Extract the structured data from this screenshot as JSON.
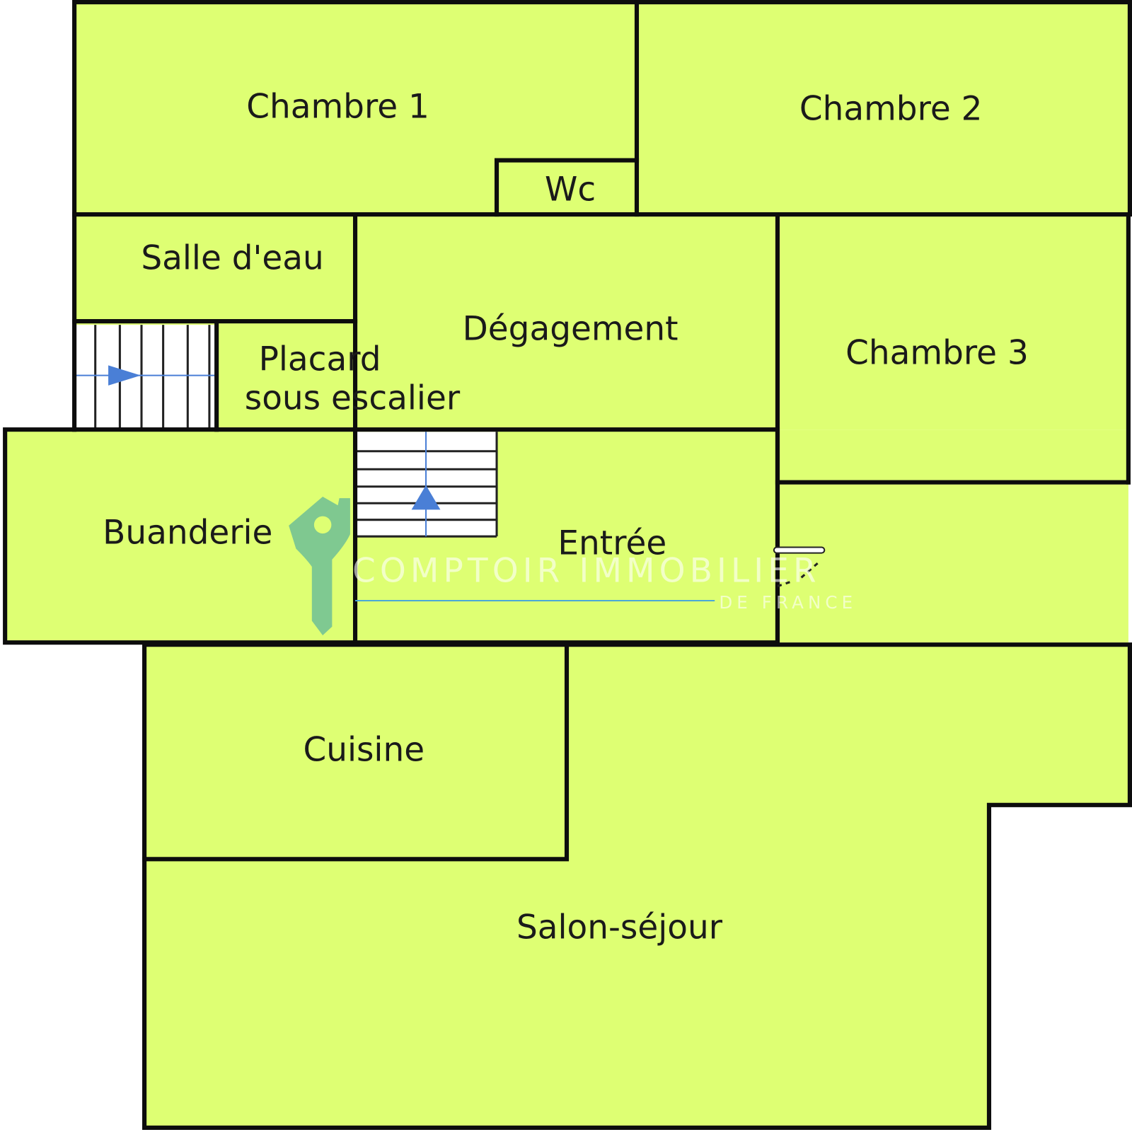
{
  "floor_plan": {
    "rooms": [
      {
        "id": "chambre1",
        "label": "Chambre 1"
      },
      {
        "id": "chambre2",
        "label": "Chambre 2"
      },
      {
        "id": "wc",
        "label": "Wc"
      },
      {
        "id": "salle_deau",
        "label": "Salle d'eau"
      },
      {
        "id": "degagement",
        "label": "Dégagement"
      },
      {
        "id": "chambre3",
        "label": "Chambre 3"
      },
      {
        "id": "placard",
        "label_line1": "Placard",
        "label_line2": "sous escalier"
      },
      {
        "id": "buanderie",
        "label": "Buanderie"
      },
      {
        "id": "entree",
        "label": "Entrée"
      },
      {
        "id": "cuisine",
        "label": "Cuisine"
      },
      {
        "id": "salon",
        "label": "Salon-séjour"
      }
    ],
    "colors": {
      "room_fill": "#deff73",
      "wall": "#0d0d0d",
      "stair_arrow": "#4a7fd6",
      "logo_key": "#6fbf96"
    }
  },
  "watermark": {
    "line1": "COMPTOIR IMMOBILIER",
    "line2": "DE FRANCE"
  }
}
